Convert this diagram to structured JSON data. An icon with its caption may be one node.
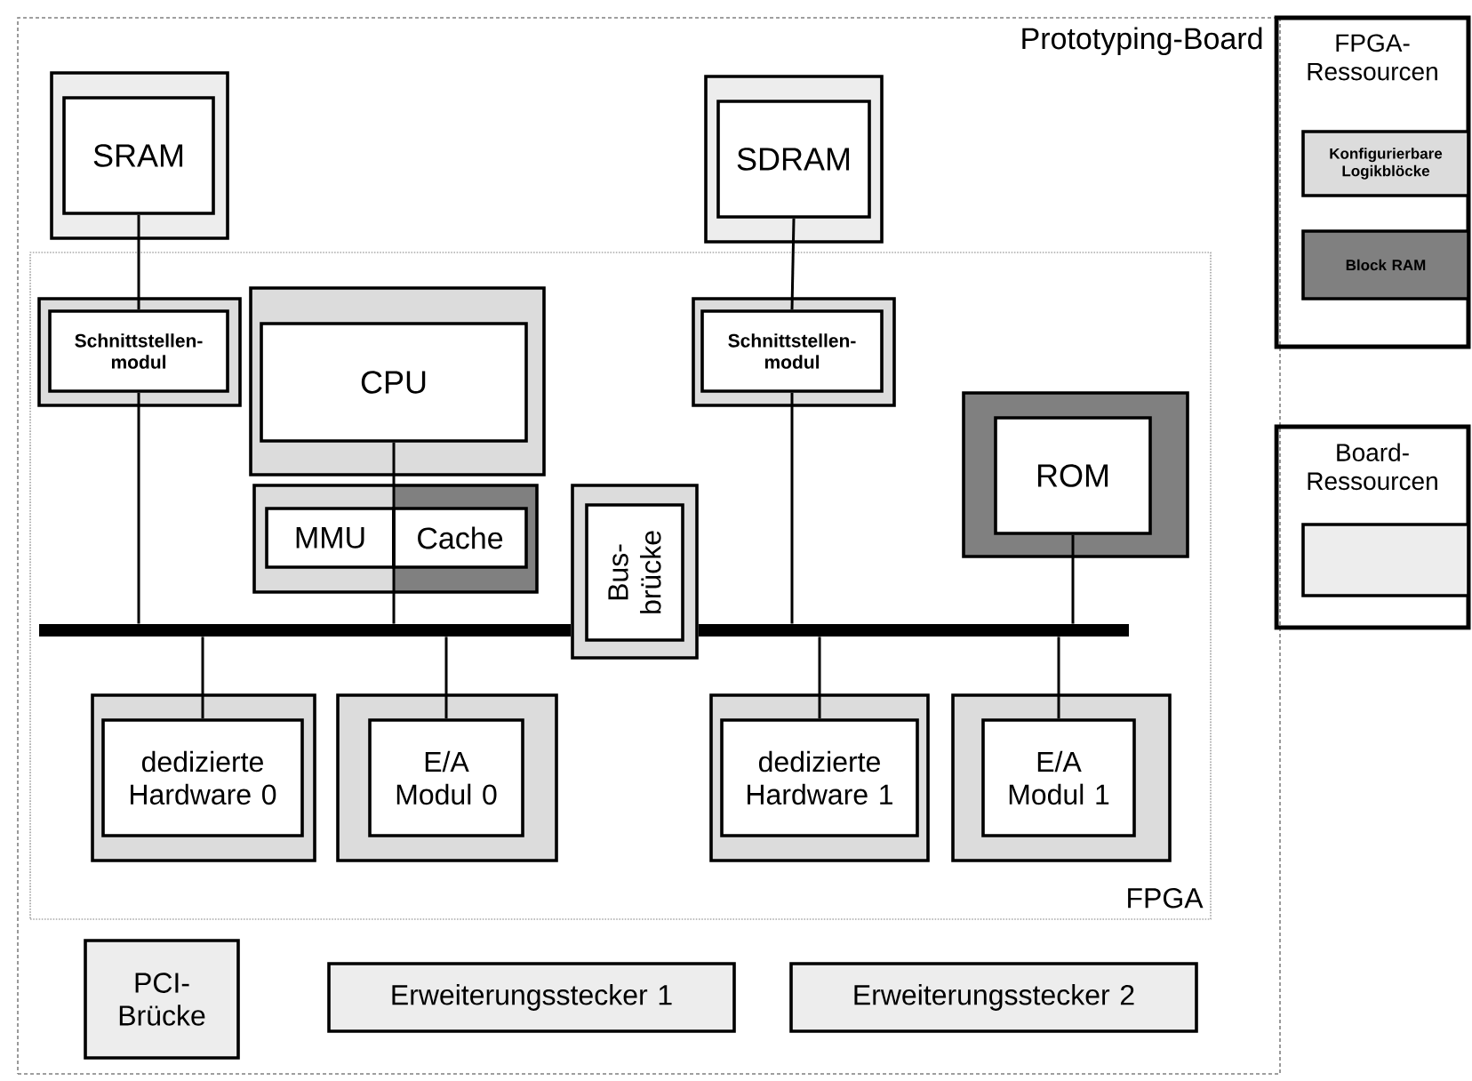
{
  "diagram": {
    "nodes": [
      {
        "text": [
          "Prototyping-Board"
        ]
      },
      {
        "text": [
          "SRAM"
        ],
        "in": 0
      },
      {
        "text": [
          "SDRAM"
        ],
        "in": 0
      },
      {
        "text": [
          "FPGA"
        ],
        "in": 0
      },
      {
        "text": [
          "Schnittstellen- modul"
        ],
        "in": 3
      },
      {
        "text": [
          "CPU"
        ],
        "in": 3
      },
      {
        "text": [
          "MMU"
        ],
        "in": 3
      },
      {
        "text": [
          "Cache"
        ],
        "in": 3
      },
      {
        "text": [
          "Schnittstellen- modul"
        ],
        "in": 3
      },
      {
        "text": [
          "ROM"
        ],
        "in": 3
      },
      {
        "text": [],
        "shape": "bar",
        "in": 3
      },
      {
        "text": [],
        "shape": "bar",
        "in": 3
      },
      {
        "text": [
          "Bus- brücke"
        ],
        "in": 3
      },
      {
        "text": [
          "dedizierte Hardware 0"
        ],
        "in": 3
      },
      {
        "text": [
          "E/A Modul 0"
        ],
        "in": 3
      },
      {
        "text": [
          "dedizierte Hardware 1"
        ],
        "in": 3
      },
      {
        "text": [
          "E/A Modul 1"
        ],
        "in": 3
      },
      {
        "text": [
          "PCI- Brücke"
        ],
        "in": 0
      },
      {
        "text": [
          "Erweiterungsstecker 1"
        ],
        "in": 0
      },
      {
        "text": [
          "Erweiterungsstecker 2"
        ],
        "in": 0
      },
      {
        "text": [
          "FPGA- Ressourcen"
        ]
      },
      {
        "text": [
          "Konfigurierbare Logikblöcke"
        ],
        "in": 20
      },
      {
        "text": [
          "Block RAM"
        ],
        "in": 20
      },
      {
        "text": [
          "Board- Ressourcen"
        ]
      },
      {
        "text": [],
        "shape": "box",
        "in": 23
      }
    ],
    "edges": [
      {
        "from": 1,
        "to": 4,
        "arrow": "none"
      },
      {
        "from": 4,
        "to": 10,
        "arrow": "none"
      },
      {
        "from": 5,
        "to": 10,
        "arrow": "none"
      },
      {
        "from": 2,
        "to": 8,
        "arrow": "none"
      },
      {
        "from": 8,
        "to": 11,
        "arrow": "none"
      },
      {
        "from": 9,
        "to": 11,
        "arrow": "none"
      },
      {
        "from": 10,
        "to": 13,
        "arrow": "none"
      },
      {
        "from": 10,
        "to": 14,
        "arrow": "none"
      },
      {
        "from": 11,
        "to": 15,
        "arrow": "none"
      },
      {
        "from": 11,
        "to": 16,
        "arrow": "none"
      }
    ]
  }
}
